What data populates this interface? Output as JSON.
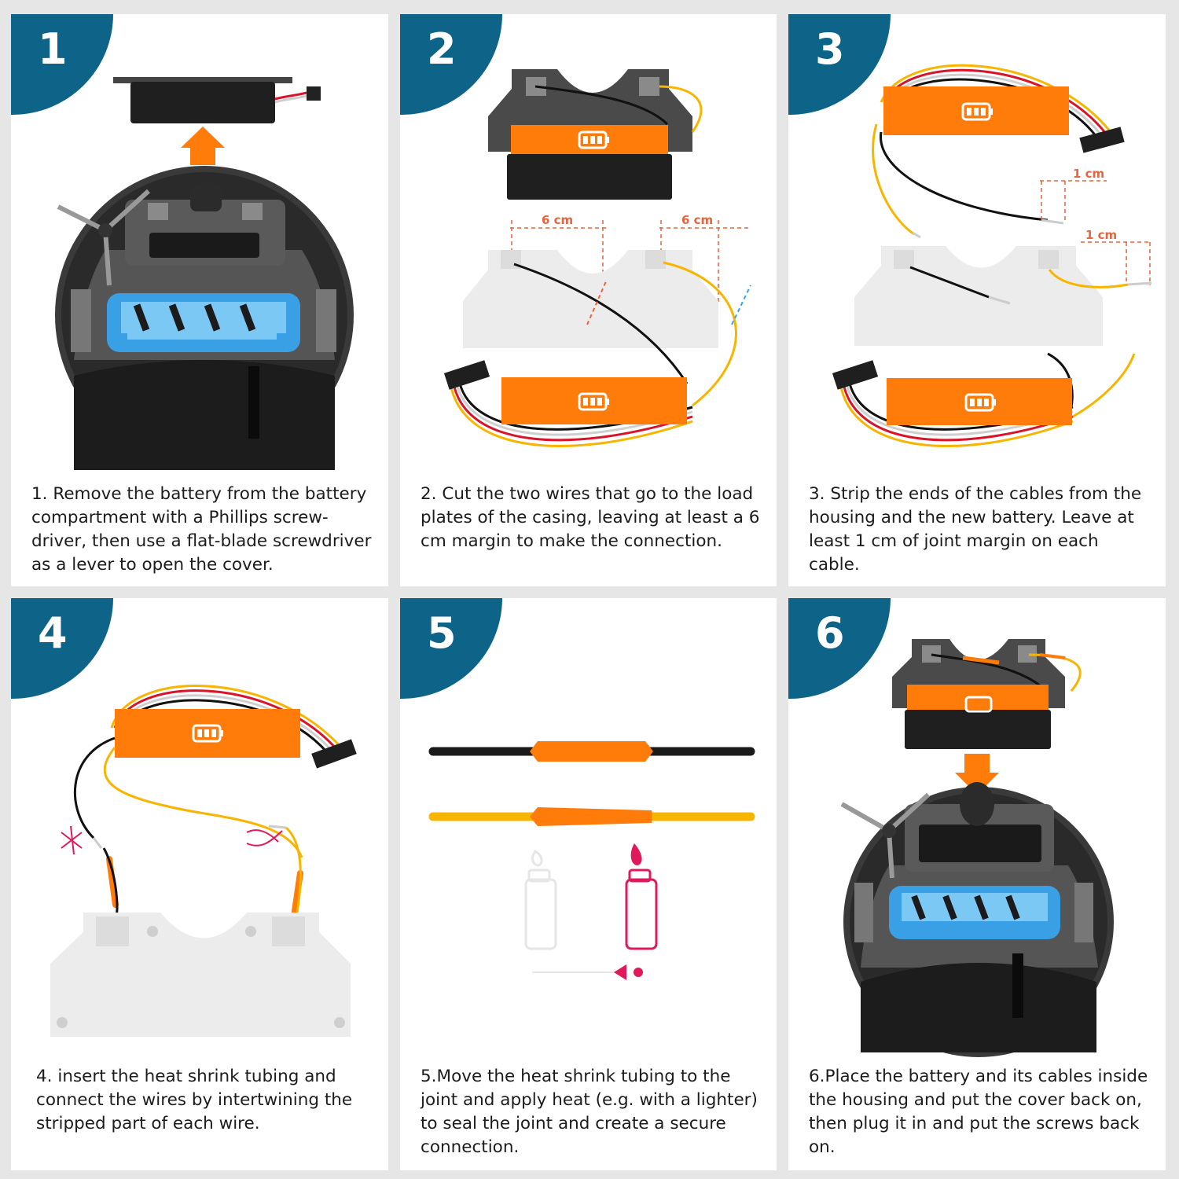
{
  "colors": {
    "badge": "#0d6488",
    "orange": "#ff7b0a",
    "robot_dark": "#3a3a3a",
    "brush_blue": "#3aa0e6",
    "wire_yellow": "#f7b500",
    "wire_red": "#d9142a",
    "accent_pink": "#e0195a",
    "dimension": "#e8643c"
  },
  "steps": [
    {
      "number": "1",
      "caption": "1. Remove the battery from the battery compartment with a Phillips screw-driver, then use a flat-blade screwdriver as a lever to open the cover.",
      "icons": [
        "battery-pack-icon",
        "arrow-up-icon",
        "robot-vacuum-icon"
      ]
    },
    {
      "number": "2",
      "caption": "2. Cut the two wires that go to the load plates of the casing, leaving at least a 6 cm margin to make the connection.",
      "labels": [
        "6 cm",
        "6 cm"
      ],
      "icons": [
        "battery-housing-icon",
        "battery-pack-icon",
        "cut-line-icon"
      ]
    },
    {
      "number": "3",
      "caption": "3. Strip the ends of the cables from the housing and the new battery. Leave at least 1 cm of joint margin on each cable.",
      "labels": [
        "1 cm",
        "1 cm"
      ],
      "icons": [
        "battery-pack-icon",
        "stripped-wire-icon"
      ]
    },
    {
      "number": "4",
      "caption": "4. insert the heat shrink tubing and connect the wires by intertwining the stripped part of each wire.",
      "icons": [
        "twist-icon",
        "heat-shrink-tube-icon",
        "battery-pack-icon"
      ]
    },
    {
      "number": "5",
      "caption": "5.Move the heat shrink tubing to the joint and apply heat (e.g. with a lighter) to seal the joint and create a secure connection.",
      "icons": [
        "lighter-off-icon",
        "lighter-on-icon",
        "slider-handle-icon"
      ]
    },
    {
      "number": "6",
      "caption": "6.Place the battery and its cables inside the housing and put the cover back on, then plug it in and put the screws back on.",
      "icons": [
        "battery-housing-icon",
        "arrow-down-icon",
        "robot-vacuum-icon"
      ]
    }
  ]
}
